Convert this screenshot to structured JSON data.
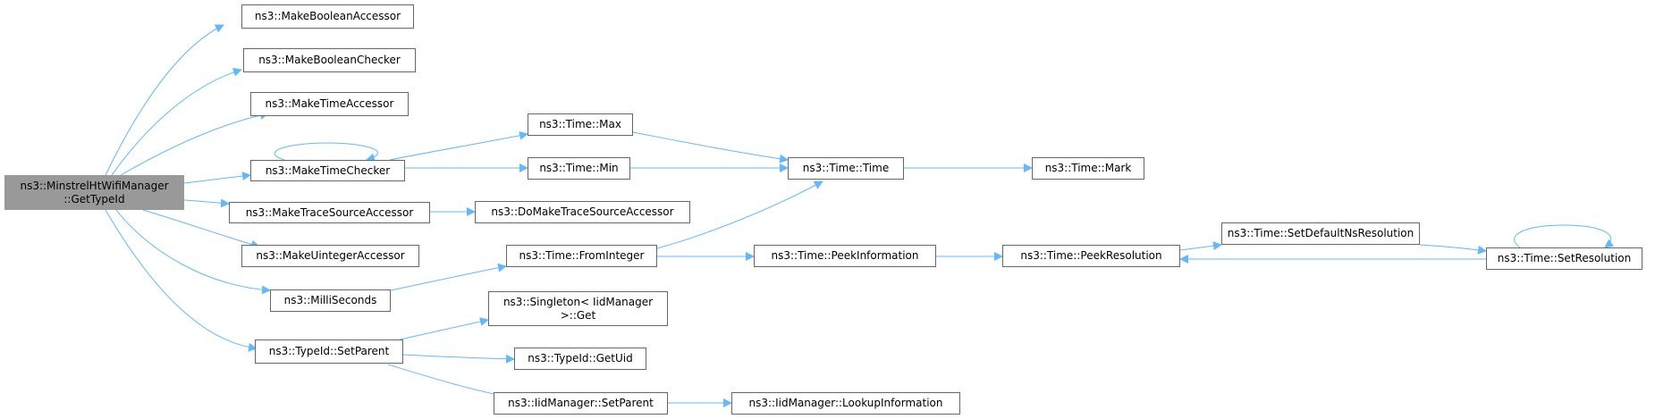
{
  "colors": {
    "edge": "#63b8ff",
    "border": "#666666",
    "root_fill": "#999999",
    "node_fill": "#ffffff"
  },
  "nodes": {
    "root": {
      "line1": "ns3::MinstrelHtWifiManager",
      "line2": "::GetTypeId"
    },
    "make_boolean_accessor": {
      "label": "ns3::MakeBooleanAccessor"
    },
    "make_boolean_checker": {
      "label": "ns3::MakeBooleanChecker"
    },
    "make_time_accessor": {
      "label": "ns3::MakeTimeAccessor"
    },
    "make_time_checker": {
      "label": "ns3::MakeTimeChecker"
    },
    "make_trace_source_accessor": {
      "label": "ns3::MakeTraceSourceAccessor"
    },
    "make_uinteger_accessor": {
      "label": "ns3::MakeUintegerAccessor"
    },
    "milliseconds": {
      "label": "ns3::MilliSeconds"
    },
    "typeid_set_parent": {
      "label": "ns3::TypeId::SetParent"
    },
    "time_max": {
      "label": "ns3::Time::Max"
    },
    "time_min": {
      "label": "ns3::Time::Min"
    },
    "do_make_trace_source_accessor": {
      "label": "ns3::DoMakeTraceSourceAccessor"
    },
    "time_from_integer": {
      "label": "ns3::Time::FromInteger"
    },
    "singleton_get": {
      "line1": "ns3::Singleton< IidManager",
      "line2": ">::Get"
    },
    "typeid_get_uid": {
      "label": "ns3::TypeId::GetUid"
    },
    "iidmanager_set_parent": {
      "label": "ns3::IidManager::SetParent"
    },
    "time_time": {
      "label": "ns3::Time::Time"
    },
    "time_peek_information": {
      "label": "ns3::Time::PeekInformation"
    },
    "iidmanager_lookup_information": {
      "label": "ns3::IidManager::LookupInformation"
    },
    "time_mark": {
      "label": "ns3::Time::Mark"
    },
    "time_peek_resolution": {
      "label": "ns3::Time::PeekResolution"
    },
    "time_set_default_ns_resolution": {
      "label": "ns3::Time::SetDefaultNsResolution"
    },
    "time_set_resolution": {
      "label": "ns3::Time::SetResolution"
    }
  }
}
